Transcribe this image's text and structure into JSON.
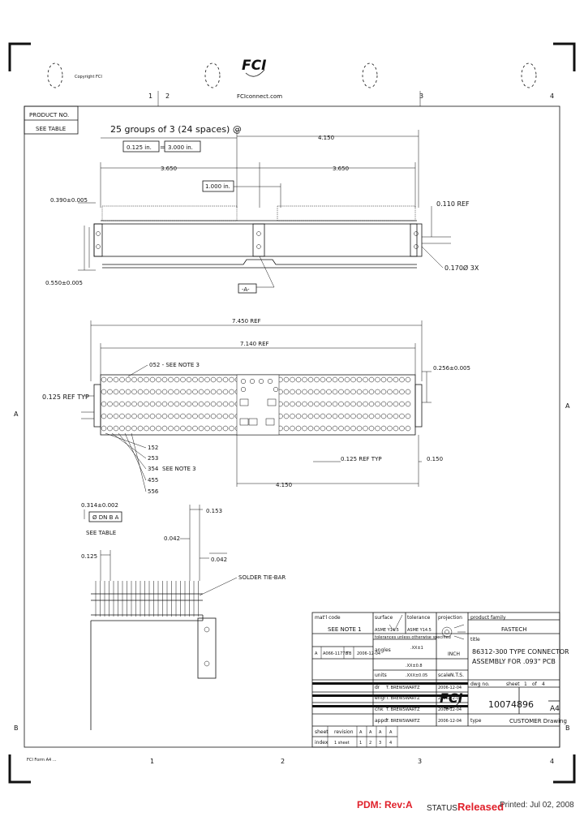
{
  "header": {
    "copyright": "Copyright FCI",
    "logo_text": "FCI",
    "company": "FCIconnect.com",
    "footer_left": "FCI Form A4 ..."
  },
  "zones": {
    "top": [
      "1",
      "2",
      "3",
      "4"
    ],
    "bottom": [
      "1",
      "2",
      "3",
      "4"
    ],
    "left": [
      "A",
      "B"
    ],
    "right": [
      "A",
      "B"
    ]
  },
  "product_box": {
    "label": "PRODUCT NO.",
    "value": "SEE TABLE"
  },
  "side_view": {
    "groups_note": "25 groups of 3 (24 spaces) @",
    "pitch_a": "0.125 in.",
    "equals": "=",
    "pitch_b": "3.000 in.",
    "dim_left": "3.650",
    "dim_right": "3.650",
    "dim_top_right": "4.150",
    "dim_gap": "1.000 in.",
    "dim_height_top": "0.390±0.005",
    "dim_height_bottom": "0.550±0.005",
    "ref_right": "0.110 REF",
    "ref_hole": "0.170Ø 3X",
    "datum": "-A-"
  },
  "plan_view": {
    "dim_overall": "7.450 REF",
    "dim_inner": "7.140 REF",
    "note_052": "052 - SEE NOTE 3",
    "ref_left": "0.125 REF TYP",
    "ref_right_top": "0.256±0.005",
    "rows": [
      "152",
      "253",
      "354",
      "455",
      "556"
    ],
    "see_note": "SEE NOTE 3",
    "ref_bottom": "0.125 REF TYP",
    "dim_150": "0.150",
    "dim_4150": "4.150"
  },
  "detail_view": {
    "dim_314": "0.314±0.002",
    "datum_box": "Ø DN B A",
    "see_table": "SEE TABLE",
    "dim_153": "0.153",
    "dim_042a": "0.042",
    "dim_042b": "0.042",
    "dim_125": "0.125",
    "solder": "SOLDER TIE-BAR"
  },
  "title_block": {
    "mat_code_label": "mat'l code",
    "mat_code_value": "SEE NOTE 1",
    "surface_label": "surface",
    "tolerance_label": "tolerance",
    "tol_surface": "ASME Y14.5",
    "tol_tolerance": "ASME Y14.5",
    "tol_note": "tolerances unless otherwise specified",
    "projection_label": "projection",
    "family_label": "product family",
    "family_value": "FASTECH",
    "title_label": "title",
    "title_line1": "86312-300 TYPE CONNECTOR",
    "title_line2": "ASSEMBLY FOR .093\" PCB",
    "rev_letter": "A",
    "ecn": "A066-11778",
    "ecn_by": "TB",
    "ecn_date": "2006-12-04",
    "angles_label": "angles",
    "angles_value": ".XX±1",
    "tol_xx": ".XX±0.8",
    "tol_xxx": ".XXX±0.05",
    "units_label": "units",
    "units_value": "INCH",
    "scale_label": "scale",
    "scale_value": "N.T.S.",
    "dr_label": "dr",
    "dr_name": "T. BREWSWARTZ",
    "dr_date": "2006-12-04",
    "engr_label": "engr",
    "engr_name": "T. BREWSWARTZ",
    "engr_date": "2006-12-04",
    "chk_label": "chk",
    "chk_name": "T. BREWSWARTZ",
    "chk_date": "2006-12-04",
    "appd_label": "appd",
    "appd_name": "T. BREWSWARTZ",
    "appd_date": "2006-12-04",
    "dwg_label": "dwg no.",
    "sheet_label": "sheet",
    "sheet_value": "1",
    "of_label": "of",
    "of_value": "4",
    "dwg_no": "10074896",
    "size": "A4",
    "type_label": "type",
    "type_value": "CUSTOMER Drawing",
    "sheet_row_label": "sheet",
    "index_row_label": "index",
    "revision_label": "revision",
    "rev_cells": [
      "A",
      "A",
      "A",
      "A"
    ],
    "index_first": "1 sheet",
    "index_cells": [
      "1",
      "2",
      "3",
      "4"
    ]
  },
  "footer": {
    "pdm": "PDM: Rev:A",
    "status_label": "STATUS",
    "status_value": "Released",
    "printed": "Printed: Jul 02, 2008"
  },
  "colors": {
    "accent": "#e0202a",
    "ink": "#111111"
  }
}
